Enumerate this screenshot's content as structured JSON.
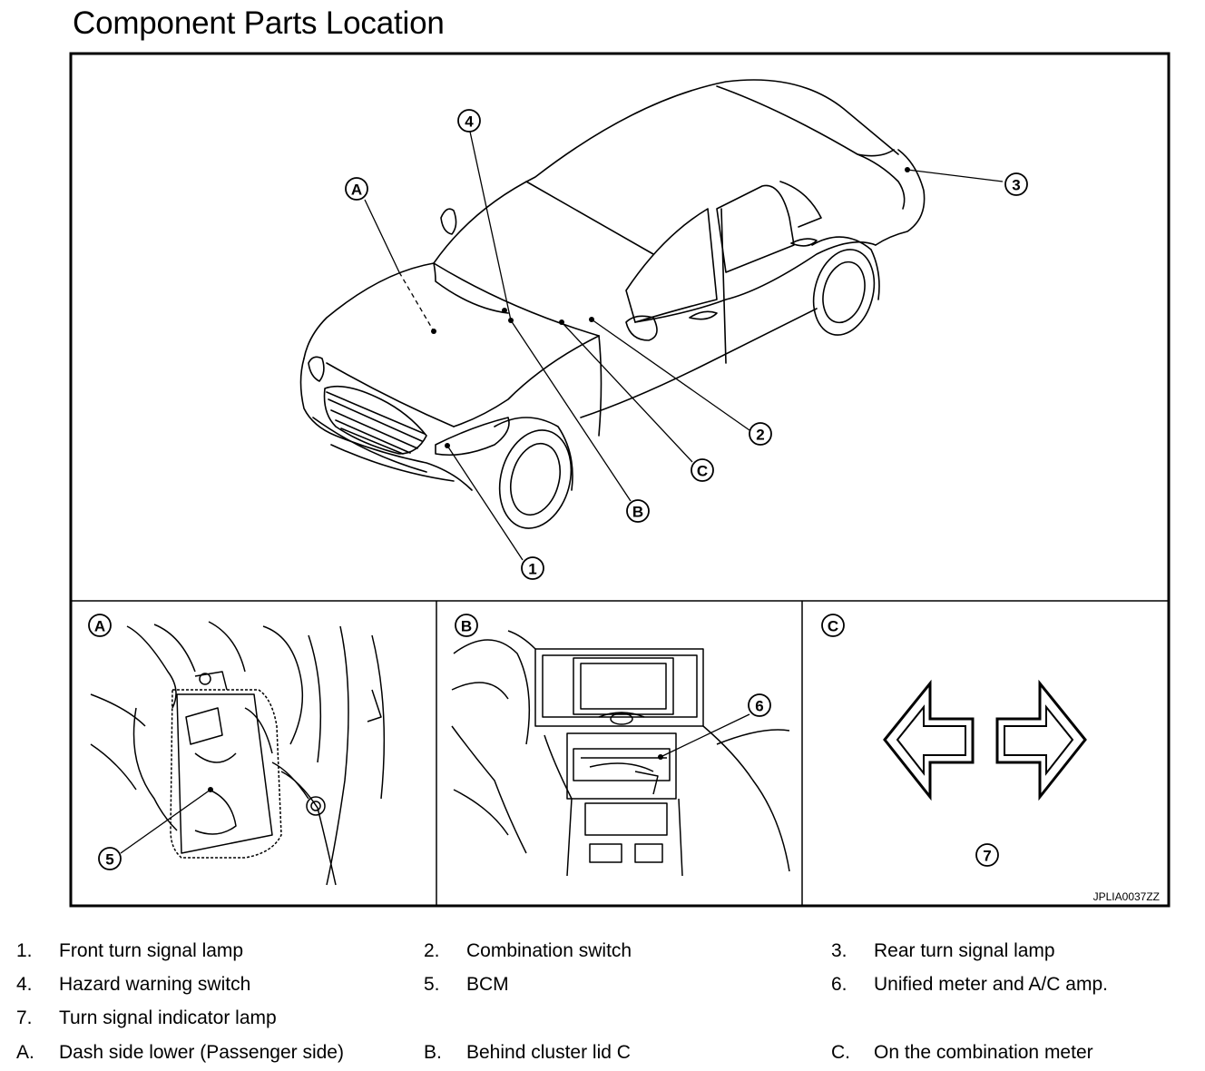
{
  "title": "Component Parts Location",
  "image_code": "JPLIA0037ZZ",
  "callouts": {
    "c1": "1",
    "c2": "2",
    "c3": "3",
    "c4": "4",
    "c5": "5",
    "c6": "6",
    "c7": "7",
    "cA": "A",
    "cB": "B",
    "cC": "C"
  },
  "panels": {
    "a_label": "A",
    "b_label": "B",
    "c_label": "C"
  },
  "legend": [
    {
      "num": "1.",
      "text": "Front turn signal lamp"
    },
    {
      "num": "2.",
      "text": "Combination switch"
    },
    {
      "num": "3.",
      "text": "Rear turn signal lamp"
    },
    {
      "num": "4.",
      "text": "Hazard warning switch"
    },
    {
      "num": "5.",
      "text": "BCM"
    },
    {
      "num": "6.",
      "text": "Unified meter and A/C amp."
    },
    {
      "num": "7.",
      "text": "Turn signal indicator lamp"
    },
    {
      "num": "A.",
      "text": "Dash side lower (Passenger side)"
    },
    {
      "num": "B.",
      "text": "Behind cluster lid C"
    },
    {
      "num": "C.",
      "text": "On the combination meter"
    }
  ]
}
